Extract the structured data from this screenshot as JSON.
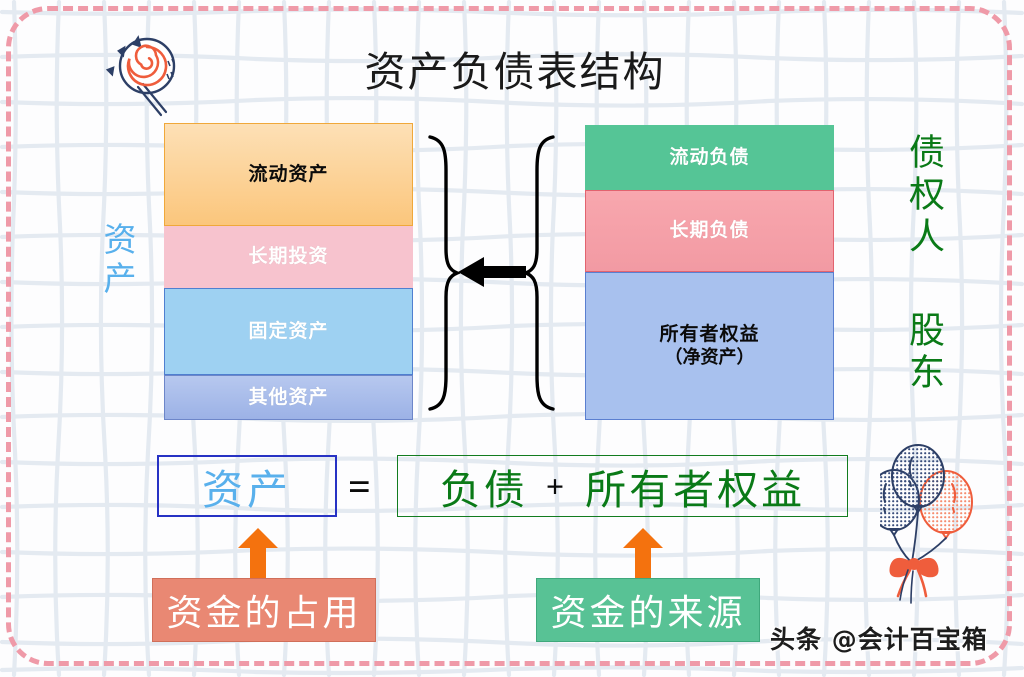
{
  "page": {
    "title": "资产负债表结构",
    "watermark": "头条 @会计百宝箱"
  },
  "assets": {
    "side_label": "资产",
    "blocks": [
      {
        "label": "流动资产",
        "color": "#fbc67c",
        "text_color": "#0b0b0b"
      },
      {
        "label": "长期投资",
        "color": "#f7c3ce",
        "text_color": "#ffffff"
      },
      {
        "label": "固定资产",
        "color": "#9ed1f2",
        "text_color": "#ffffff"
      },
      {
        "label": "其他资产",
        "color": "#9cb2e6",
        "text_color": "#ffffff"
      }
    ]
  },
  "liabilities": {
    "side_label_top": "债权人",
    "side_label_bottom": "股东",
    "blocks": [
      {
        "label": "流动负债",
        "color": "#55c596",
        "text_color": "#ffffff"
      },
      {
        "label": "长期负债",
        "color": "#f29aa3",
        "text_color": "#ffffff"
      },
      {
        "label": "所有者权益",
        "sub_label": "（净资产）",
        "color": "#a8c1ee",
        "text_color": "#0b0b0b"
      }
    ]
  },
  "equation": {
    "left_term": "资产",
    "equals": "=",
    "right_term_1": "负债",
    "plus": "+",
    "right_term_2": "所有者权益",
    "left_box_border_color": "#2732c4",
    "left_text_color": "#59b0ec",
    "right_box_border_color": "#127c1f",
    "right_text_color": "#0a7a17"
  },
  "bottom": {
    "left_caption": "资金的占用",
    "right_caption": "资金的来源",
    "left_color": "#e98873",
    "right_color": "#58c295",
    "arrow_color": "#f4720e"
  },
  "decorations": {
    "lollipop": "lollipop-icon",
    "balloons": "balloons-icon",
    "frame_color": "#ef9aa8",
    "grid_color": "#e6ebf2"
  }
}
